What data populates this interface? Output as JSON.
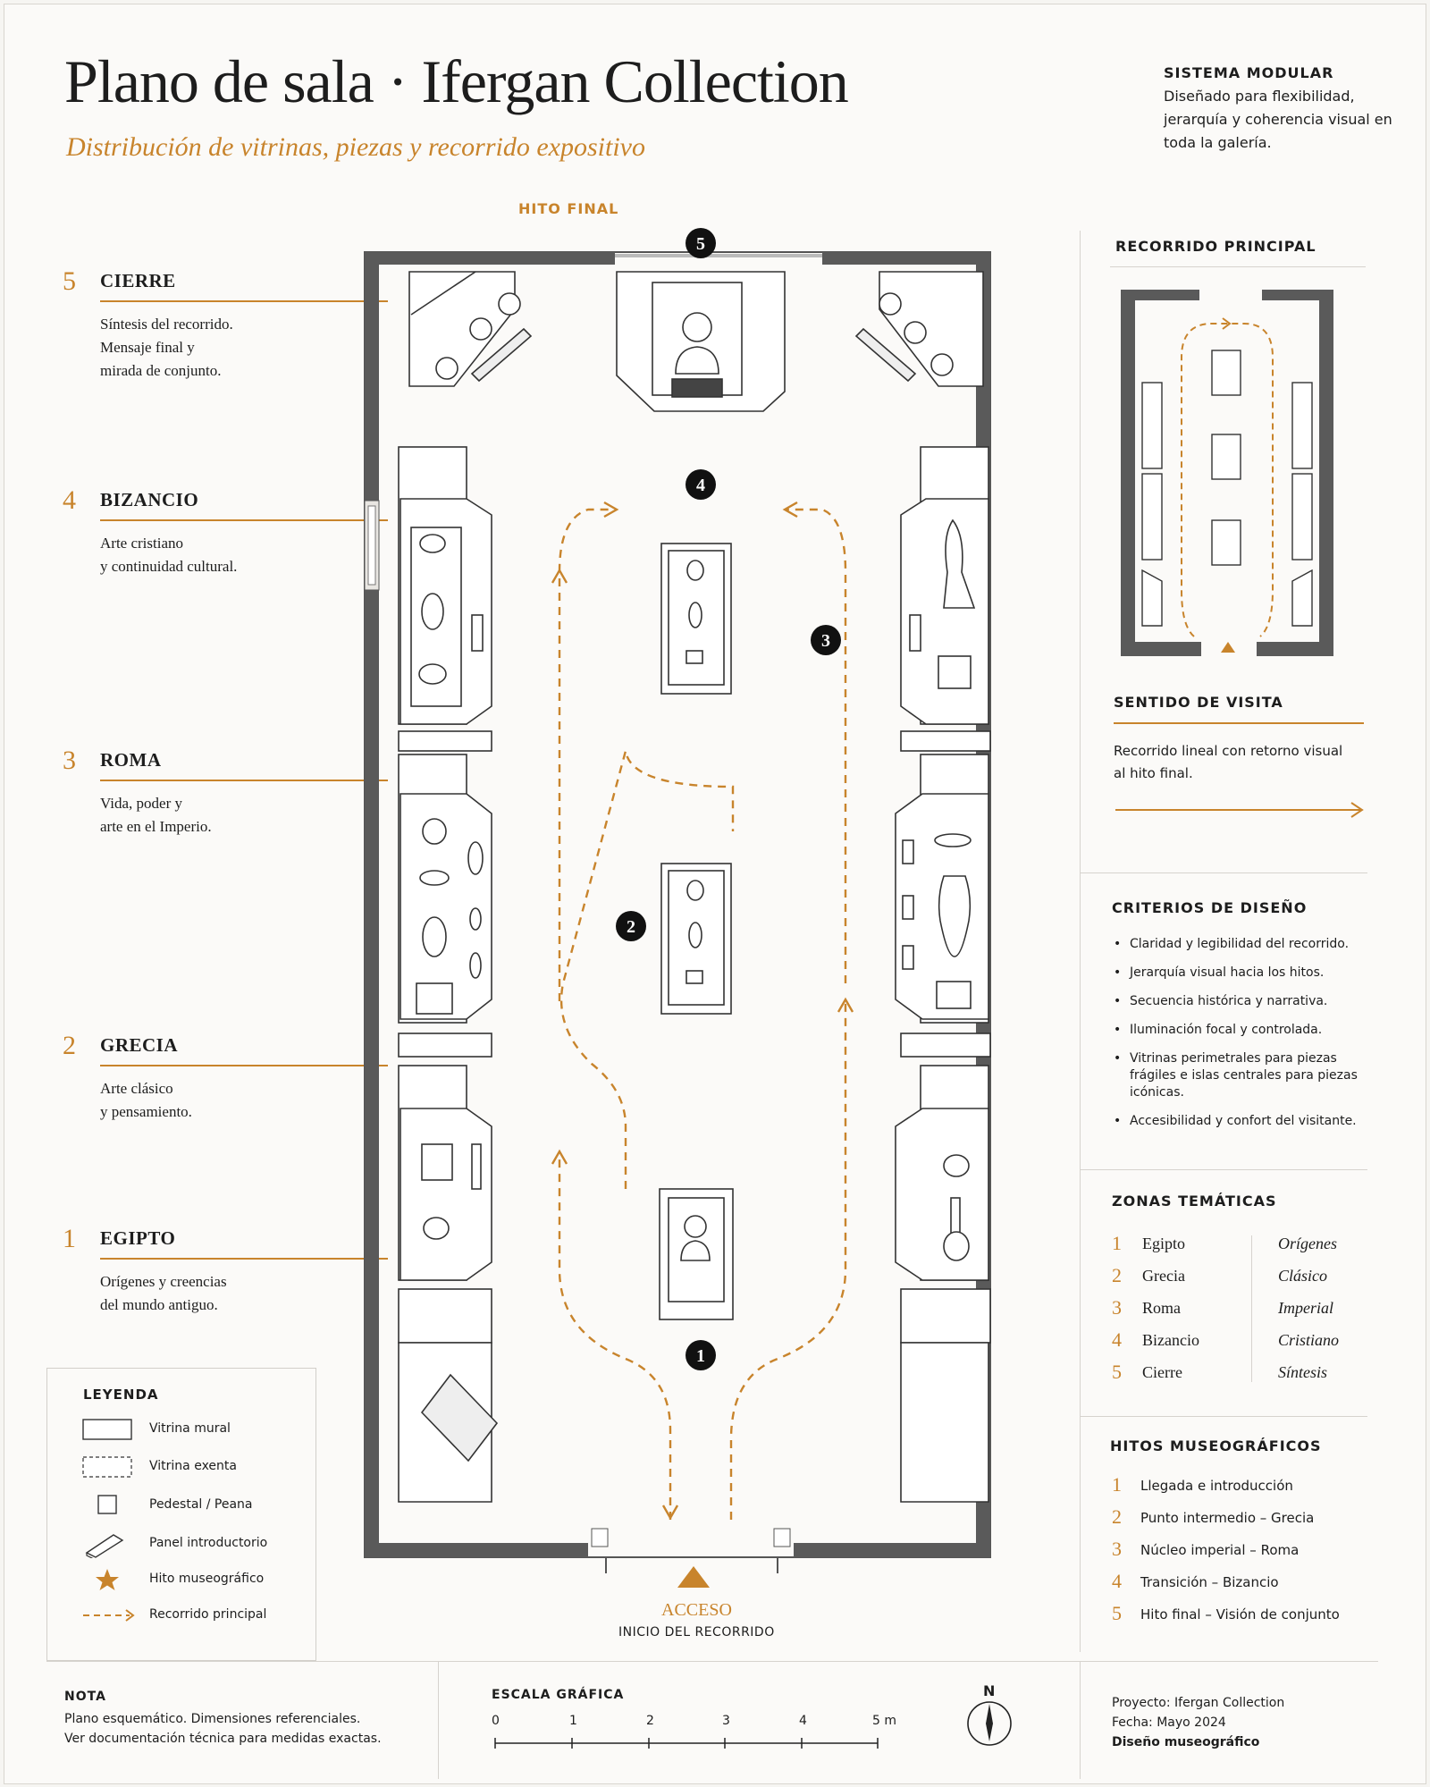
{
  "header": {
    "title": "Plano de sala · Ifergan Collection",
    "subtitle": "Distribución de vitrinas, piezas y recorrido expositivo"
  },
  "system_note": {
    "heading": "SISTEMA MODULAR",
    "body": "Diseñado para flexibilidad, jerarquía y coherencia visual en toda la galería."
  },
  "zones": [
    {
      "number": "5",
      "name": "CIERRE",
      "description": "Síntesis del recorrido.\nMensaje final y\nmirada de conjunto."
    },
    {
      "number": "4",
      "name": "BIZANCIO",
      "description": "Arte cristiano\ny continuidad cultural."
    },
    {
      "number": "3",
      "name": "ROMA",
      "description": "Vida, poder y\narte en el Imperio."
    },
    {
      "number": "2",
      "name": "GRECIA",
      "description": "Arte clásico\ny pensamiento."
    },
    {
      "number": "1",
      "name": "EGIPTO",
      "description": "Orígenes y creencias\ndel mundo antiguo."
    }
  ],
  "legend": {
    "heading": "LEYENDA",
    "items": [
      {
        "label": "Vitrina mural",
        "icon": "wall-case-icon"
      },
      {
        "label": "Vitrina exenta",
        "icon": "freestanding-case-icon"
      },
      {
        "label": "Pedestal / Peana",
        "icon": "pedestal-icon"
      },
      {
        "label": "Panel introductorio",
        "icon": "intro-panel-icon"
      },
      {
        "label": "Hito museográfico",
        "icon": "star-icon"
      },
      {
        "label": "Recorrido principal",
        "icon": "dashed-arrow-icon"
      }
    ]
  },
  "plan": {
    "top_label": "HITO FINAL",
    "entrance_label": "ACCESO",
    "entrance_sub": "INICIO DEL RECORRIDO",
    "markers": [
      "1",
      "2",
      "3",
      "4",
      "5"
    ]
  },
  "route_panel": {
    "heading": "RECORRIDO PRINCIPAL"
  },
  "direction": {
    "heading": "SENTIDO DE VISITA",
    "body": "Recorrido lineal con retorno visual al hito final."
  },
  "criteria": {
    "heading": "CRITERIOS DE DISEÑO",
    "items": [
      "Claridad y legibilidad del recorrido.",
      "Jerarquía visual hacia los hitos.",
      "Secuencia histórica y narrativa.",
      "Iluminación focal y controlada.",
      "Vitrinas perimetrales para piezas frágiles e islas centrales para piezas icónicas.",
      "Accesibilidad y confort del visitante."
    ]
  },
  "thematic_zones": {
    "heading": "ZONAS TEMÁTICAS",
    "rows": [
      {
        "n": "1",
        "name": "Egipto",
        "theme": "Orígenes"
      },
      {
        "n": "2",
        "name": "Grecia",
        "theme": "Clásico"
      },
      {
        "n": "3",
        "name": "Roma",
        "theme": "Imperial"
      },
      {
        "n": "4",
        "name": "Bizancio",
        "theme": "Cristiano"
      },
      {
        "n": "5",
        "name": "Cierre",
        "theme": "Síntesis"
      }
    ]
  },
  "milestones": {
    "heading": "HITOS MUSEOGRÁFICOS",
    "rows": [
      {
        "n": "1",
        "text": "Llegada e introducción"
      },
      {
        "n": "2",
        "text": "Punto intermedio – Grecia"
      },
      {
        "n": "3",
        "text": "Núcleo imperial – Roma"
      },
      {
        "n": "4",
        "text": "Transición – Bizancio"
      },
      {
        "n": "5",
        "text": "Hito final – Visión de conjunto"
      }
    ]
  },
  "footer": {
    "note_heading": "NOTA",
    "note_lines": [
      "Plano esquemático. Dimensiones referenciales.",
      "Ver documentación técnica para medidas exactas."
    ],
    "scale_heading": "ESCALA GRÁFICA",
    "scale_ticks": [
      "0",
      "1",
      "2",
      "3",
      "4",
      "5 m"
    ],
    "north": "N",
    "project": "Proyecto: Ifergan Collection",
    "date": "Fecha: Mayo 2024",
    "type": "Diseño museográfico"
  },
  "colors": {
    "accent": "#c8842c",
    "wall": "#555555",
    "ink": "#1d1d1d"
  }
}
